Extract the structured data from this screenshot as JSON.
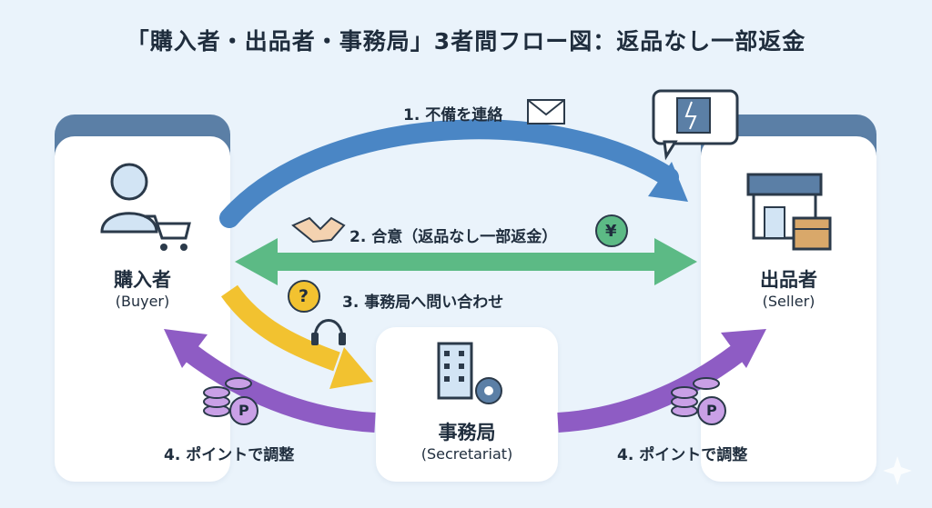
{
  "title": "「購入者・出品者・事務局」3者間フロー図：返品なし一部返金",
  "nodes": {
    "buyer": {
      "name": "購入者",
      "sub": "(Buyer)"
    },
    "seller": {
      "name": "出品者",
      "sub": "(Seller)"
    },
    "secretariat": {
      "name": "事務局",
      "sub": "(Secretariat)"
    }
  },
  "steps": {
    "s1": "1. 不備を連絡",
    "s2": "2. 合意（返品なし一部返金）",
    "s3": "3. 事務局へ問い合わせ",
    "s4_left": "4. ポイントで調整",
    "s4_right": "4. ポイントで調整"
  },
  "icons": {
    "coin_letter": "P",
    "yen": "¥",
    "question": "?"
  },
  "colors": {
    "blue_arrow": "#4a86c5",
    "green_arrow": "#5cba85",
    "yellow_arrow": "#f2c230",
    "purple_arrow": "#8e5cc4",
    "tab": "#5b7fa6"
  }
}
